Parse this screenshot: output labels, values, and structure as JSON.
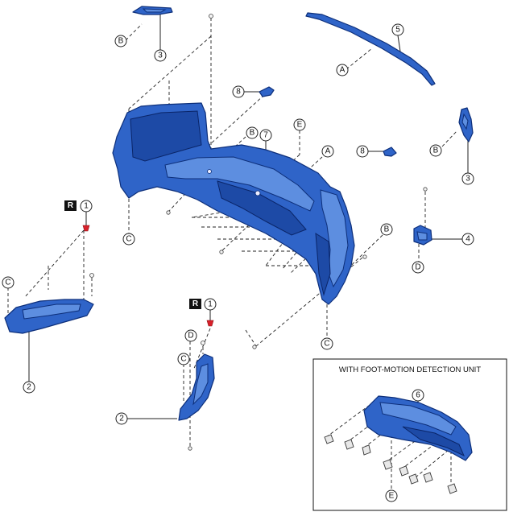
{
  "callouts": {
    "n1a": "1",
    "n1b": "1",
    "n2a": "2",
    "n2b": "2",
    "n3a": "3",
    "n3b": "3",
    "n4": "4",
    "n5": "5",
    "n6": "6",
    "n7": "7",
    "n8a": "8",
    "n8b": "8",
    "A1": "A",
    "A2": "A",
    "B1": "B",
    "B2": "B",
    "B3": "B",
    "B4": "B",
    "C1": "C",
    "C2": "C",
    "C3": "C",
    "C4": "C",
    "D1": "D",
    "D2": "D",
    "E1": "E",
    "E2": "E",
    "R1": "R",
    "R2": "R"
  },
  "inset": {
    "title": "WITH FOOT-MOTION DETECTION UNIT"
  },
  "colors": {
    "part_blue": "#2f64c8",
    "replace_mark": "#111111",
    "new_part_red": "#d8202a"
  }
}
